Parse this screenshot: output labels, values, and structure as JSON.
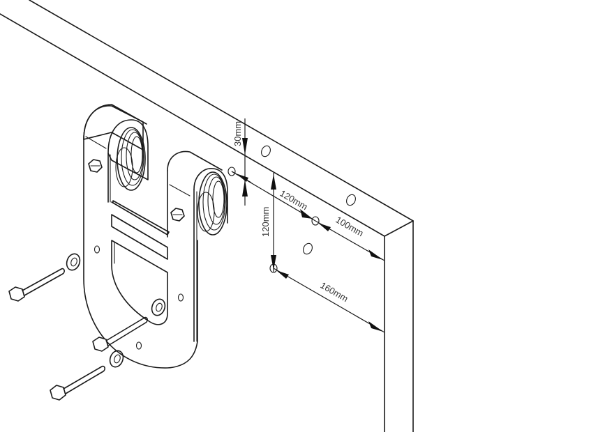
{
  "diagram": {
    "type": "isometric-installation-drawing",
    "subject": "sliding barn door hanger mounting",
    "colors": {
      "line": "#1a1a1a",
      "background": "#ffffff",
      "label": "#333333"
    },
    "components": [
      {
        "name": "door-panel",
        "label": ""
      },
      {
        "name": "hanger-bracket",
        "label": ""
      },
      {
        "name": "roller-wheel-left",
        "label": ""
      },
      {
        "name": "roller-wheel-right",
        "label": ""
      },
      {
        "name": "bolt",
        "count": 3
      },
      {
        "name": "washer",
        "count": 3
      },
      {
        "name": "hex-nut",
        "count": 2
      }
    ],
    "dimensions": {
      "top_offset": "30mm",
      "horizontal_spacing": "120mm",
      "vertical_spacing": "120mm",
      "edge_offset_top_hole": "100mm",
      "edge_offset_bottom_hole": "160mm"
    }
  }
}
